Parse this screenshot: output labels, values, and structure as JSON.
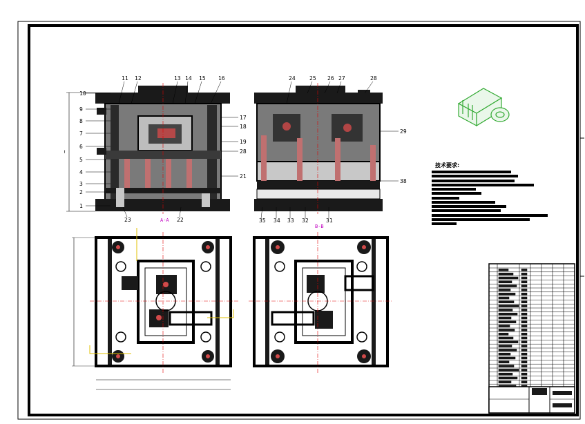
{
  "drawing": {
    "colors": {
      "outline": "#000000",
      "center": "#e00000",
      "dim": "#c000c0",
      "aux": "#e0c000",
      "iso": "#33aa33"
    },
    "section_a": {
      "left_callouts": [
        "10",
        "9",
        "8",
        "7",
        "6",
        "5",
        "4",
        "3",
        "2",
        "1"
      ],
      "top_callouts": [
        "11",
        "12",
        "13",
        "14",
        "15",
        "16"
      ],
      "right_callouts": [
        "17",
        "18",
        "19",
        "28",
        "21"
      ],
      "bottom_callouts": [
        "23",
        "22"
      ],
      "view_label": "A-A"
    },
    "section_b": {
      "top_callouts": [
        "24",
        "25",
        "26",
        "27",
        "28"
      ],
      "right_callouts": [
        "29",
        "38"
      ],
      "bottom_callouts": [
        "35",
        "34",
        "33",
        "32",
        "31"
      ],
      "view_label": "B-B"
    },
    "technical_requirements": {
      "title": "技术要求:"
    }
  }
}
